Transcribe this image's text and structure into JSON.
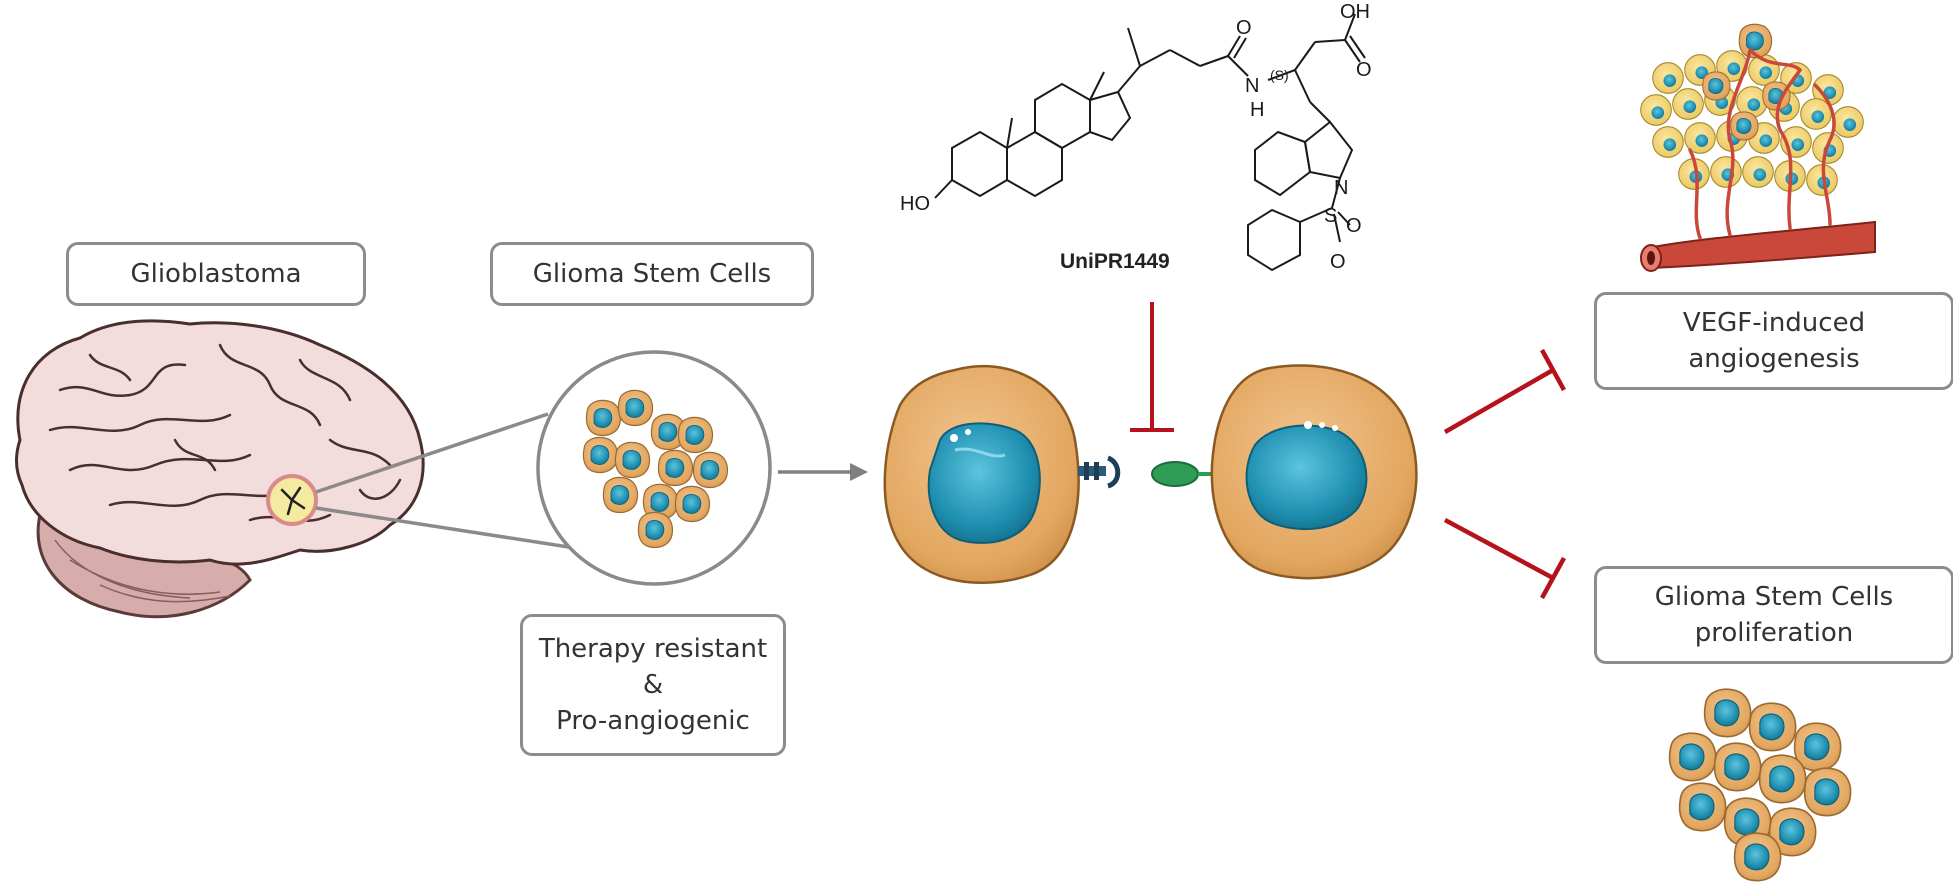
{
  "labels": {
    "glioblastoma": "Glioblastoma",
    "glioma_stem_cells": "Glioma Stem Cells",
    "therapy": [
      "Therapy resistant",
      "&",
      "Pro-angiogenic"
    ],
    "vegf": [
      "VEGF-induced",
      "angiogenesis"
    ],
    "proliferation": [
      "Glioma Stem Cells",
      "proliferation"
    ]
  },
  "compound": {
    "name": "UniPR1449",
    "atoms": {
      "oh_acid": "OH",
      "o_acid": "O",
      "o_amide": "O",
      "n_amide": "N",
      "h_amide": "H",
      "stereo": "(S)",
      "ho": "HO",
      "n_indole": "N",
      "s": "S",
      "o1": "O",
      "o2": "O"
    }
  },
  "colors": {
    "inhibitor": "#b5121b",
    "arrow": "#7f7f7f",
    "box_border": "#8c8c8c",
    "cell_body": "#e2a65f",
    "nucleus": "#1f8fb0",
    "brain": "#f2dcdc",
    "vessel": "#c9483a"
  },
  "icons": [
    "brain-icon",
    "tumor-icon",
    "stem-cell-cluster-icon",
    "cell-icon",
    "receptor-icon",
    "ligand-icon",
    "blood-vessel-icon",
    "tumor-mass-icon"
  ]
}
